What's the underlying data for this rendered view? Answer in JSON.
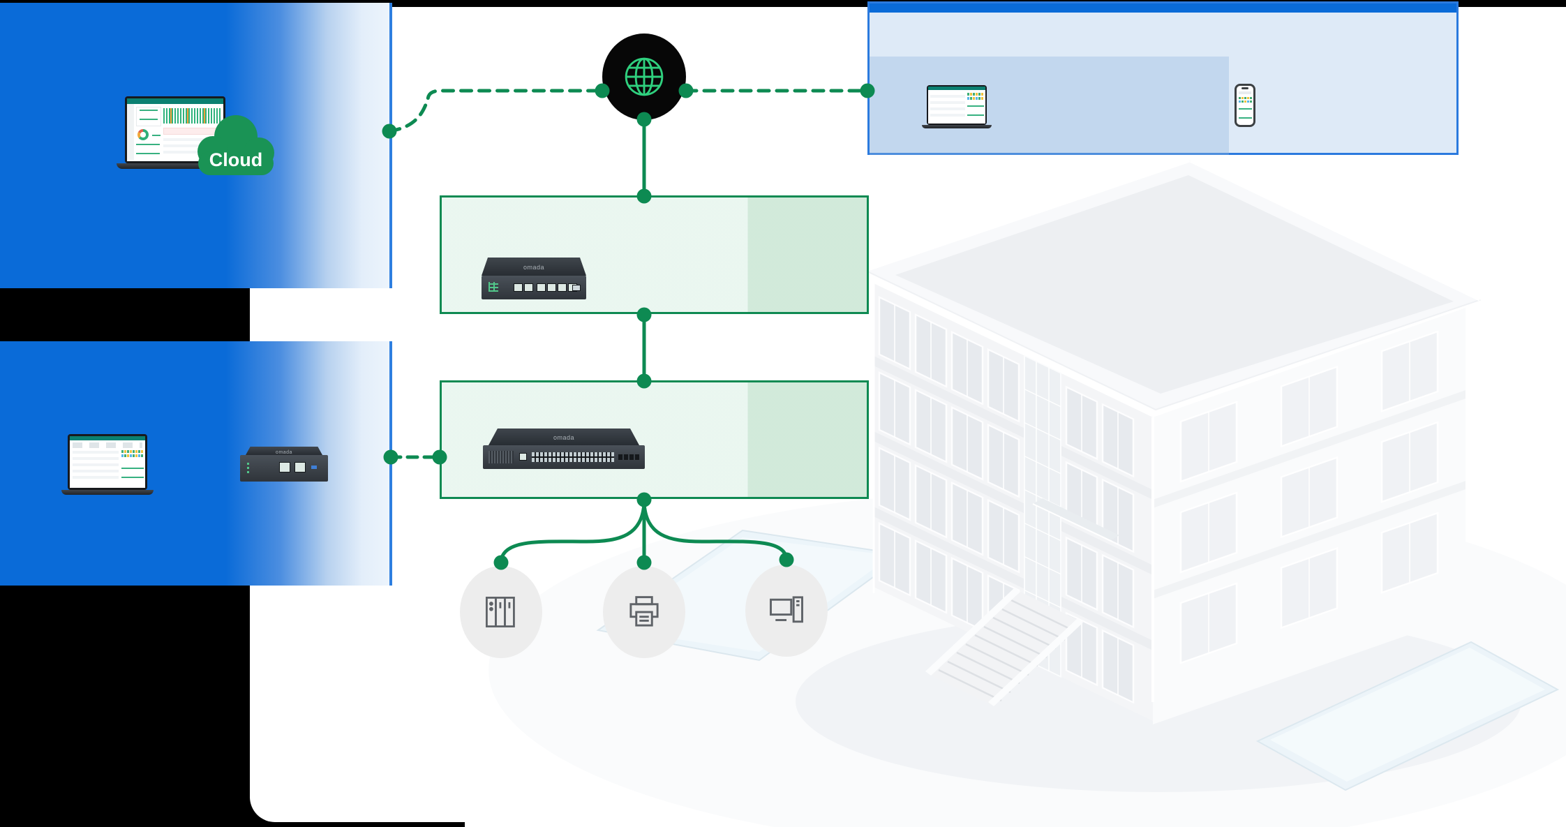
{
  "colors": {
    "page_background": "#000000",
    "canvas": "#ffffff",
    "brand_blue": "#0a6bd8",
    "blue_border": "#2e7fe0",
    "remote_panel_border": "#2b7ade",
    "line_green": "#0d8a52",
    "box_border_green": "#0e8a52",
    "box_fill_light": "#e9f6ef",
    "box_fill_dark": "#c6e5d1",
    "cloud_green": "#1a9355",
    "globe_background": "#070707",
    "globe_glyph_green": "#2fd07e",
    "endpoint_circle_fill": "#ededed",
    "endpoint_icon_gray": "#5f6368",
    "building_front": "#f4f5f7",
    "building_side": "#fafbfc",
    "glass_fill": "#ecf4f9"
  },
  "cloud_panel": {
    "cloud_label": "Cloud",
    "device": "laptop-cloud-dashboard"
  },
  "admin_panel": {
    "devices": [
      "laptop-device-list",
      "hardware-controller"
    ]
  },
  "remote_panel": {
    "devices": [
      "laptop-remote-view",
      "smartphone-remote-view"
    ]
  },
  "network": {
    "internet": {
      "icon": "globe-icon"
    },
    "gateway": {
      "brand": "omada",
      "port_count": 6
    },
    "switch": {
      "brand": "omada",
      "port_count": 24
    },
    "controller": {
      "brand": "omada",
      "port_count": 2
    }
  },
  "endpoints": [
    {
      "name": "server-rack",
      "icon": "server-rack-icon"
    },
    {
      "name": "printer",
      "icon": "printer-icon"
    },
    {
      "name": "desktop-pc",
      "icon": "desktop-pc-icon"
    }
  ],
  "scene": {
    "building": "white-isometric-office-building",
    "connections": "dashed-cloud-links-and-solid-lan-links"
  }
}
